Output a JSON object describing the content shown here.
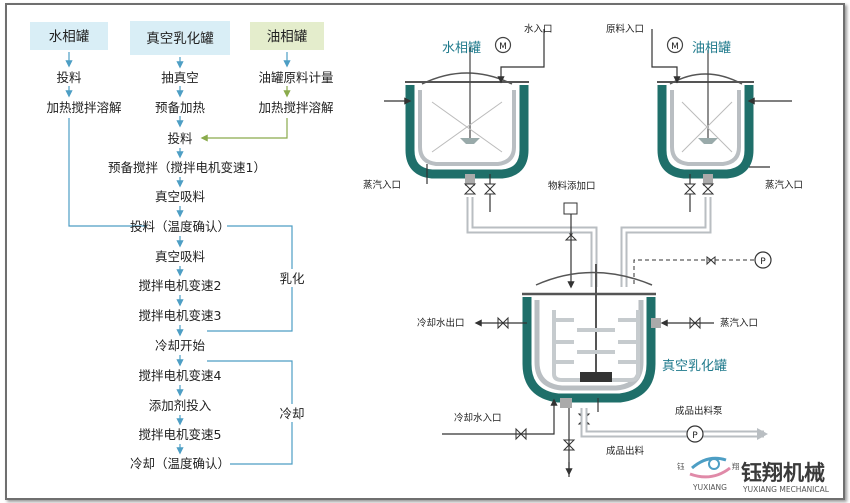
{
  "flow": {
    "headers": {
      "water": "水相罐",
      "vacuum": "真空乳化罐",
      "oil": "油相罐"
    },
    "water_steps": [
      "投料",
      "加热搅拌溶解"
    ],
    "vacuum_steps": [
      "抽真空",
      "预备加热"
    ],
    "oil_steps": [
      "油罐原料计量",
      "加热搅拌溶解"
    ],
    "main_steps": [
      "投料",
      "预备搅拌（搅拌电机变速1）",
      "真空吸料",
      "投料（温度确认）",
      "真空吸料",
      "搅拌电机变速2",
      "搅拌电机变速3",
      "冷却开始",
      "搅拌电机变速4",
      "添加剂投入",
      "搅拌电机变速5",
      "冷却（温度确认）"
    ],
    "brace_emulsify": "乳化",
    "brace_cool": "冷却"
  },
  "diagram": {
    "water_tank": "水相罐",
    "oil_tank": "油相罐",
    "vacuum_tank": "真空乳化罐",
    "water_inlet": "水入口",
    "raw_inlet": "原料入口",
    "steam_inlet_left": "蒸汽入口",
    "steam_inlet_right": "蒸汽入口",
    "steam_inlet_main": "蒸汽入口",
    "additive_inlet": "物料添加口",
    "cool_out": "冷却水出口",
    "cool_in": "冷却水入口",
    "product_out": "成品出料",
    "product_pump": "成品出料泵",
    "motor": "M",
    "pump": "P"
  },
  "brand": {
    "cn": "钰翔机械",
    "en": "YUXIANG MECHANICAL",
    "logo_text": "YUXIANG",
    "logo_cn_left": "钰",
    "logo_cn_right": "翔"
  },
  "colors": {
    "header_water": "#d9eef6",
    "header_vacuum": "#d9eef6",
    "header_oil": "#e4edcc",
    "flow_blue": "#4d9ec4",
    "tank_green": "#1f6f6a",
    "title_teal": "#1f7a8c"
  }
}
